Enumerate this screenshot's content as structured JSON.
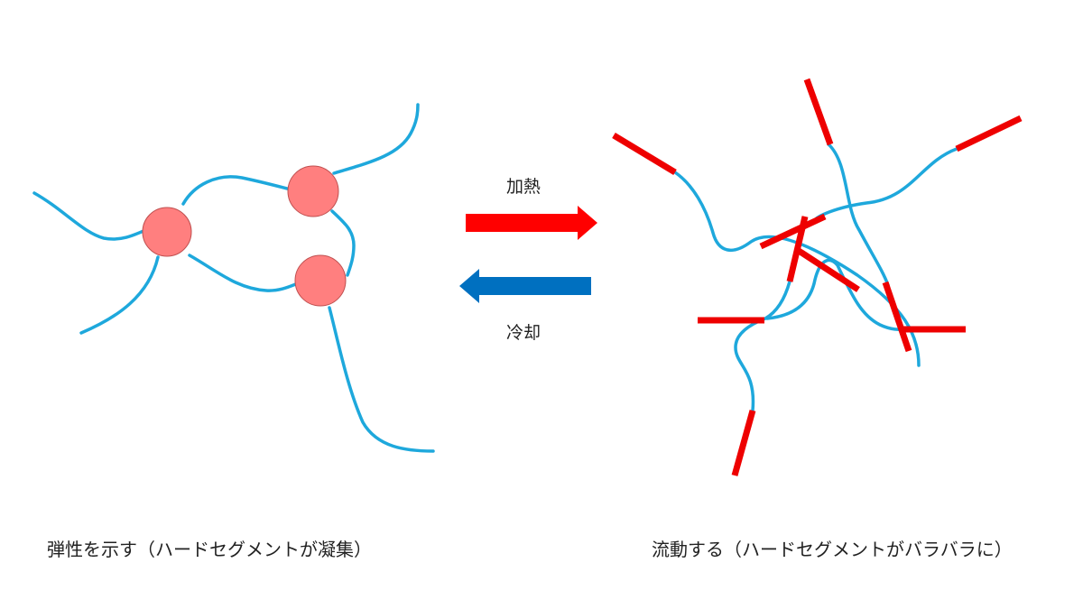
{
  "arrows": {
    "heat_label": "加熱",
    "cool_label": "冷却",
    "heat_color": "#ff0000",
    "cool_color": "#0070c0"
  },
  "left_state": {
    "caption": "弾性を示す（ハードセグメントが凝集）",
    "chain_color": "#1ea8dc",
    "cluster_color": "#ff7f7f"
  },
  "right_state": {
    "caption": "流動する（ハードセグメントがバラバラに）",
    "chain_color": "#1ea8dc",
    "hard_segment_color": "#ee0000"
  }
}
